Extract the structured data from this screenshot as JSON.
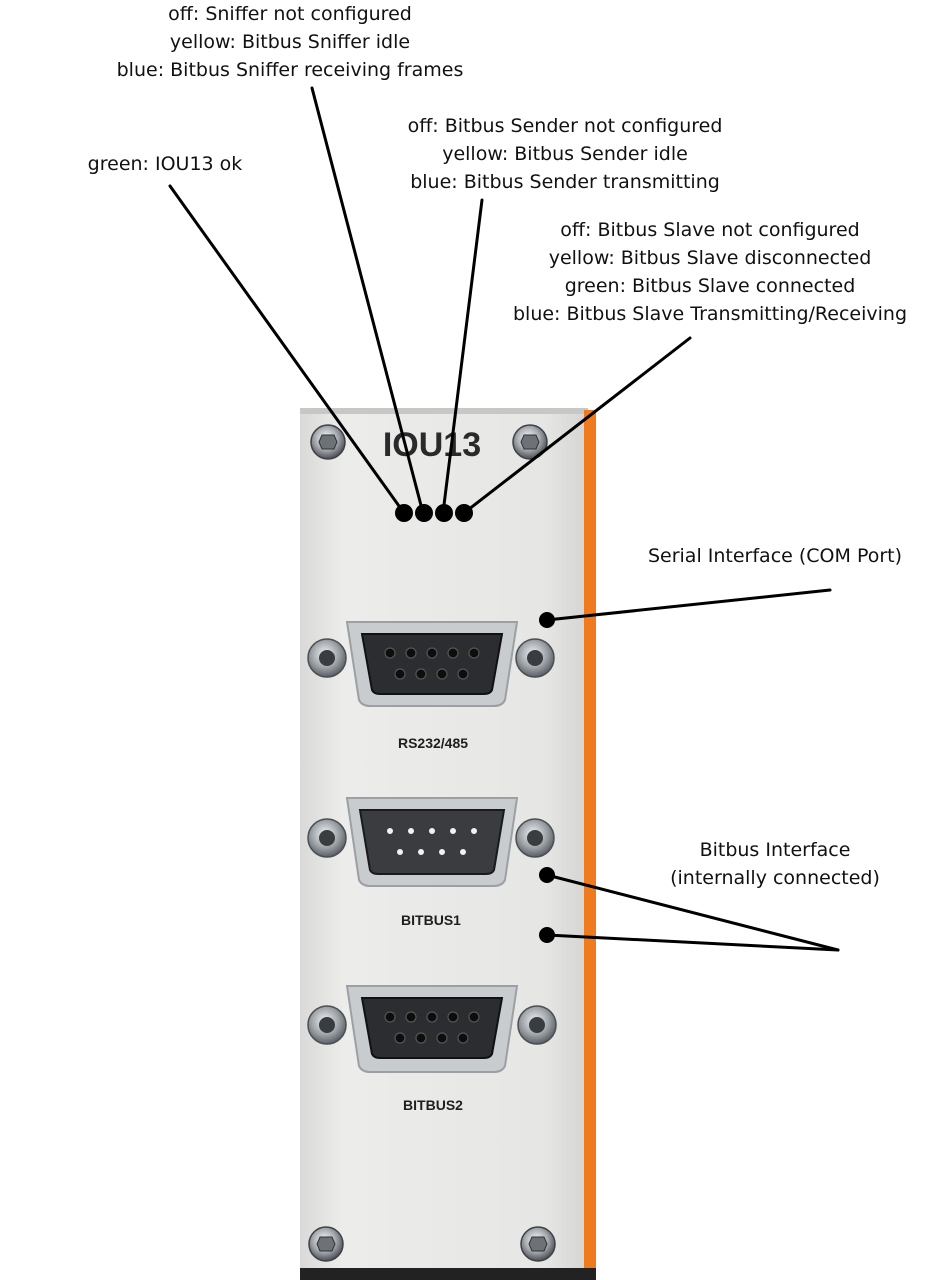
{
  "module": {
    "title": "IOU13",
    "connectors": [
      {
        "label": "RS232/485",
        "type": "female"
      },
      {
        "label": "BITBUS1",
        "type": "male"
      },
      {
        "label": "BITBUS2",
        "type": "female"
      }
    ]
  },
  "annotations": {
    "led1": [
      "green: IOU13 ok"
    ],
    "led2": [
      "off: Sniffer not configured",
      "yellow: Bitbus Sniffer idle",
      "blue: Bitbus Sniffer receiving frames"
    ],
    "led3": [
      "off: Bitbus Sender not configured",
      "yellow: Bitbus Sender idle",
      "blue: Bitbus Sender transmitting"
    ],
    "led4": [
      "off: Bitbus Slave not configured",
      "yellow: Bitbus Slave disconnected",
      "green: Bitbus Slave connected",
      "blue: Bitbus Slave Transmitting/Receiving"
    ],
    "serial": [
      "Serial Interface (COM Port)"
    ],
    "bitbus": [
      "Bitbus Interface",
      "(internally connected)"
    ]
  },
  "colors": {
    "panel": "#e9e9e7",
    "accent_edge": "#f07a1e",
    "leader_line": "#000000"
  }
}
